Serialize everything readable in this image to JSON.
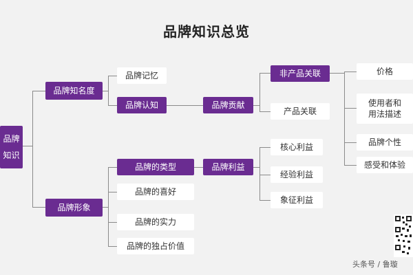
{
  "title": "品牌知识总览",
  "root": {
    "line1": "品牌",
    "line2": "知识"
  },
  "level1": {
    "awareness": "品牌知名度",
    "image": "品牌形象"
  },
  "awareness_children": {
    "recall": "品牌记忆",
    "recognition": "品牌认知"
  },
  "image_children": {
    "types": "品牌的类型",
    "likability": "品牌的喜好",
    "strength": "品牌的实力",
    "uniqueness": "品牌的独占价值"
  },
  "contribution": "品牌贡献",
  "benefit": "品牌利益",
  "contribution_children": {
    "non_product": "非产品关联",
    "product": "产品关联"
  },
  "non_product_children": {
    "price": "价格",
    "user_desc_line1": "使用者和",
    "user_desc_line2": "用法描述",
    "personality": "品牌个性",
    "feeling": "感受和体验"
  },
  "benefit_children": {
    "core": "核心利益",
    "experience": "经验利益",
    "symbol": "象征利益"
  },
  "watermark": "头条号 / 鲁璇",
  "colors": {
    "accent": "#6a2c91",
    "node_bg": "#ffffff",
    "connector": "#8a8a8a",
    "background": "#f2f2f2"
  }
}
